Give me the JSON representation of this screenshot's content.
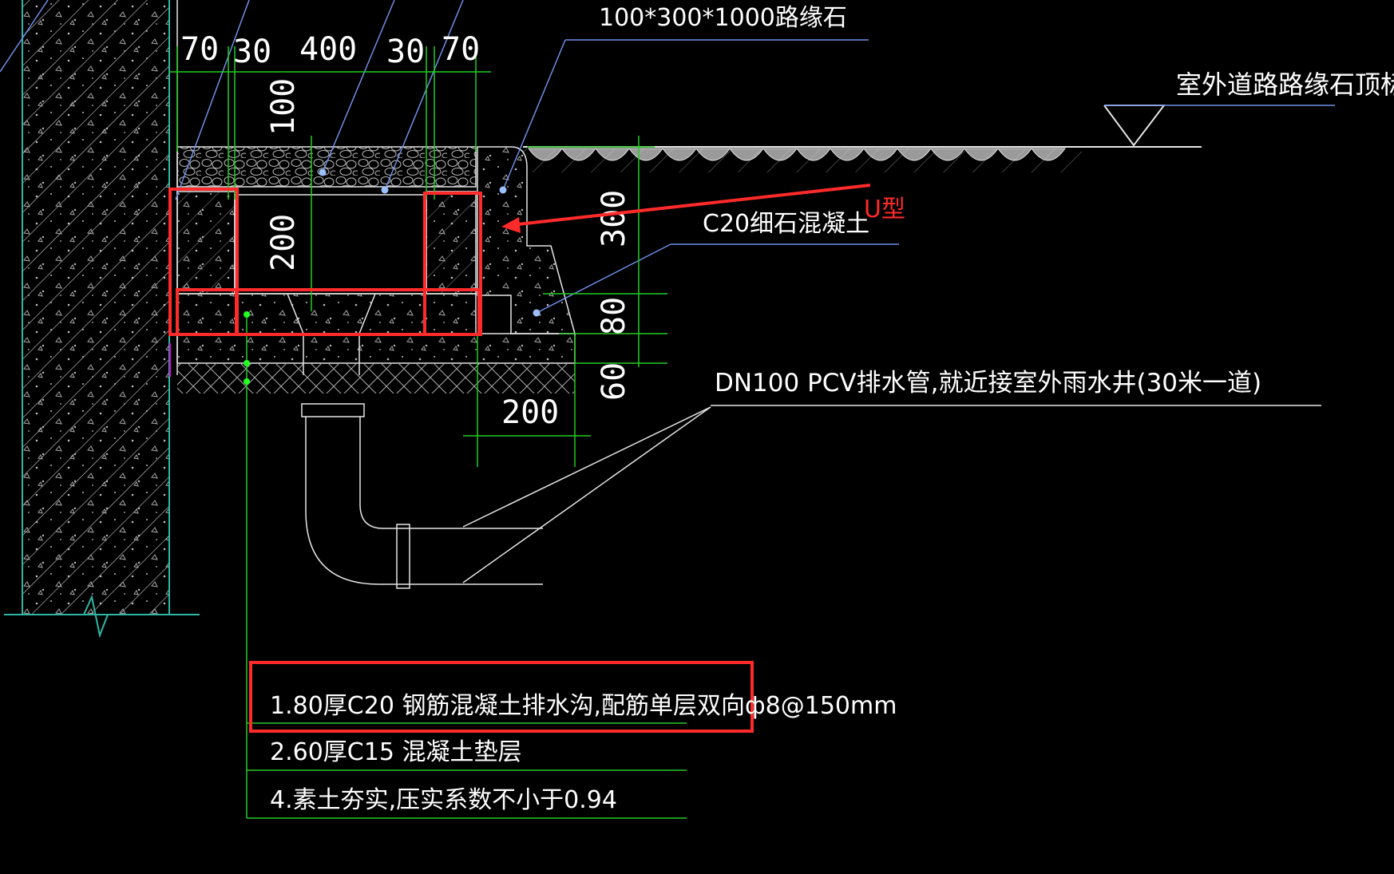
{
  "colors": {
    "background": "#000000",
    "line_white": "#e6e6e6",
    "dim_green": "#22cc22",
    "leader_blue": "#6f8fe6",
    "wall_cyan": "#2fb7a6",
    "highlight_red": "#ff2a2a",
    "magenta": "#e000e0"
  },
  "dimensions": {
    "top": [
      "70",
      "30",
      "400",
      "30",
      "70"
    ],
    "cap_100": "100",
    "inner_200": "200",
    "right_300": "300",
    "right_80": "80",
    "right_60": "60",
    "bottom_200": "200"
  },
  "labels": {
    "curb": "100*300*1000路缘石",
    "curb_elevation": "室外道路路缘石顶标高",
    "u_shape": "U型",
    "fine_concrete": "C20细石混凝土",
    "drain_pipe": "DN100 PCV排水管,就近接室外雨水井(30米一道)"
  },
  "layers": [
    "1.80厚C20 钢筋混凝土排水沟,配筋单层双向ф8@150mm",
    "2.60厚C15 混凝土垫层",
    "4.素土夯实,压实系数不小于0.94"
  ]
}
